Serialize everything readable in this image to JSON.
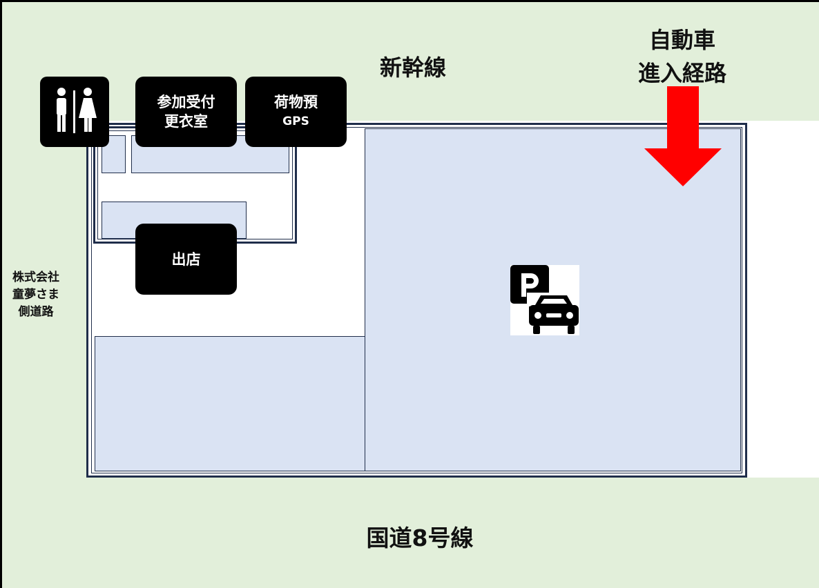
{
  "labels": {
    "shinkansen": "新幹線",
    "route_line1": "自動車",
    "route_line2": "進入経路",
    "national_road": "国道8号線",
    "side_road_line1": "株式会社",
    "side_road_line2": "童夢さま",
    "side_road_line3": "側道路"
  },
  "boxes": {
    "reception_line1": "参加受付",
    "reception_line2": "更衣室",
    "luggage_line1": "荷物預",
    "luggage_line2": "GPS",
    "shop": "出店"
  },
  "icons": {
    "restroom": "restroom-icon",
    "parking": "parking-car-icon",
    "arrow": "entry-arrow-icon"
  },
  "colors": {
    "green_area": "#e2efda",
    "lot_fill": "#dae3f3",
    "outline": "#1f2d4a",
    "arrow": "#ff0000"
  }
}
